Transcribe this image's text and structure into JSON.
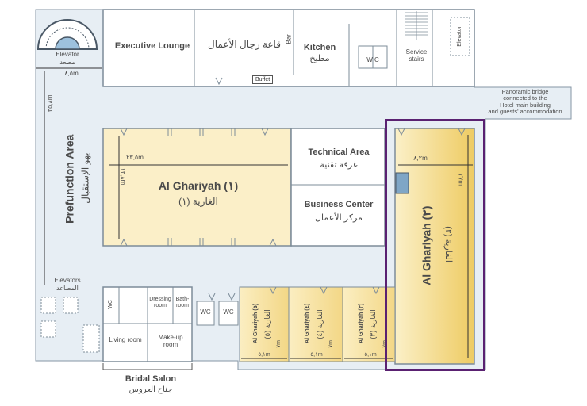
{
  "rooms": {
    "executive_lounge": {
      "en": "Executive Lounge",
      "ar": "قاعة رجال الأعمال"
    },
    "kitchen": {
      "en": "Kitchen",
      "ar": "مطبخ"
    },
    "bar": "Bar",
    "buffet": "Buffet",
    "wc_top": "W C",
    "service_stairs": "Service\nstairs",
    "elevator_top_left": {
      "en": "Elevator",
      "ar": "مصعد",
      "dim": "٨,٥m"
    },
    "elevator_top_right": "Elevator",
    "panoramic_bridge": "Panoramic bridge\nconnected to the\nHotel main building\nand guests' accommodation",
    "prefunction": {
      "en": "Prefunction Area",
      "ar": "بهو الإستقبال",
      "dim": "٢٥,٨m"
    },
    "al_ghariyah_1": {
      "en": "Al Ghariyah (١)",
      "ar": "الغارية (١)",
      "width": "٢٣,٥m",
      "height": "١٢,٨m"
    },
    "technical_area": {
      "en": "Technical Area",
      "ar": "غرفة تقنية"
    },
    "business_center": {
      "en": "Business Center",
      "ar": "مركز الأعمال"
    },
    "al_ghariyah_2": {
      "en": "Al Ghariyah (٢)",
      "ar": "الغارية (٢)",
      "width": "٨,٢m",
      "height": "٢٧m"
    },
    "elevators_bottom": {
      "en": "Elevators",
      "ar": "المصاعد"
    },
    "wc_bridal": "WC",
    "dressing_room": "Dressing\nroom",
    "bathroom": "Bath-\nroom",
    "living_room": "Living room",
    "makeup_room": "Make-up\nroom",
    "wc_1": "WC",
    "wc_2": "WC",
    "al_ghariyah_5": {
      "en": "Al Ghariyah (٥)",
      "ar": "الغارية (٥)",
      "width": "٥,١m",
      "height": "٧m"
    },
    "al_ghariyah_4": {
      "en": "Al Ghariyah (٤)",
      "ar": "الغارية (٤)",
      "width": "٥,١m",
      "height": "٧m"
    },
    "al_ghariyah_3": {
      "en": "Al Ghariyah (٣)",
      "ar": "الغارية (٣)",
      "width": "٥,١m",
      "height": "٧m"
    },
    "bridal_salon": {
      "en": "Bridal Salon",
      "ar": "جناح العروس"
    }
  },
  "colors": {
    "floor": "#e7eef4",
    "wall": "#7d8c99",
    "hall": "#f7e7b3",
    "hall_gold": "#f2d27a",
    "highlight": "#5a2171",
    "text": "#4a4a4a"
  }
}
